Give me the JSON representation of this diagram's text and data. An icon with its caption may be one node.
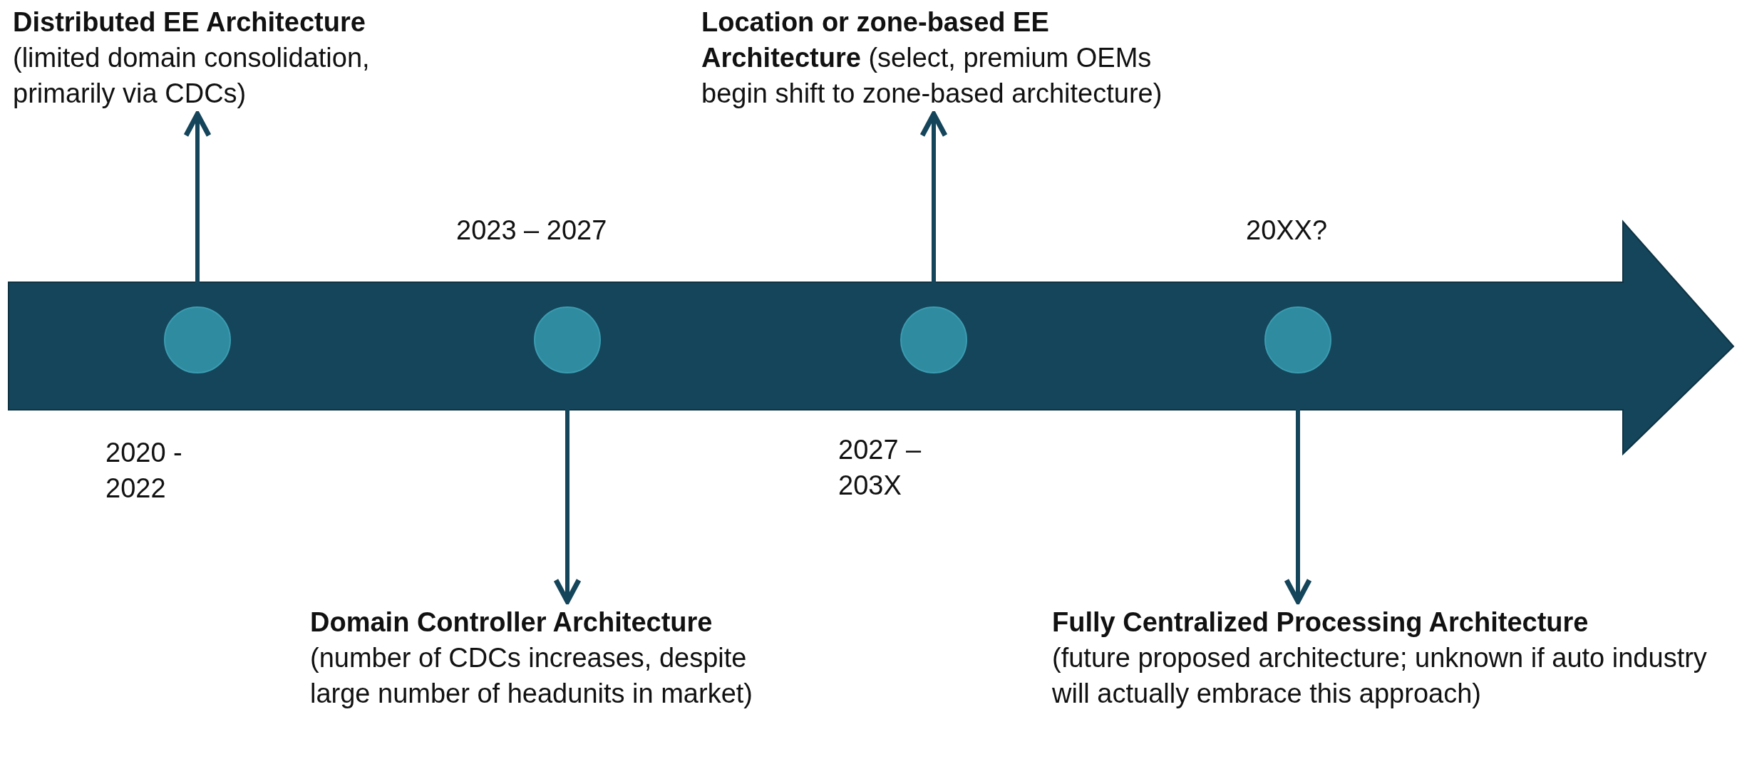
{
  "diagram": {
    "nodes": [
      {
        "text": [
          "Distributed EE Architecture",
          "(limited domain consolidation, primarily via CDCs)"
        ]
      },
      {
        "text": [
          "**Location or zone-based EE Architecture** (select, premium OEMs begin shift to zone-based architecture)"
        ]
      },
      {
        "text": [],
        "shape": "circle"
      },
      {
        "text": [],
        "shape": "circle"
      },
      {
        "text": [],
        "shape": "circle"
      },
      {
        "text": [],
        "shape": "circle"
      },
      {
        "text": [
          "Domain Controller Architecture",
          "(number of CDCs increases, despite large number of headunits in market)"
        ]
      },
      {
        "text": [
          "Fully Centralized Processing Architecture",
          "(future proposed architecture; unknown if auto industry will actually embrace this approach)"
        ]
      }
    ],
    "edges": [
      {
        "from": 2,
        "to": 0,
        "arrow": "to"
      },
      {
        "from": 3,
        "to": 6,
        "arrow": "to"
      },
      {
        "from": 4,
        "to": 1,
        "arrow": "to"
      },
      {
        "from": 5,
        "to": 7,
        "arrow": "to"
      }
    ],
    "labels": [
      "2023 – 2027",
      "20XX?",
      "2020 - 2022",
      "2027 – 203X"
    ]
  }
}
